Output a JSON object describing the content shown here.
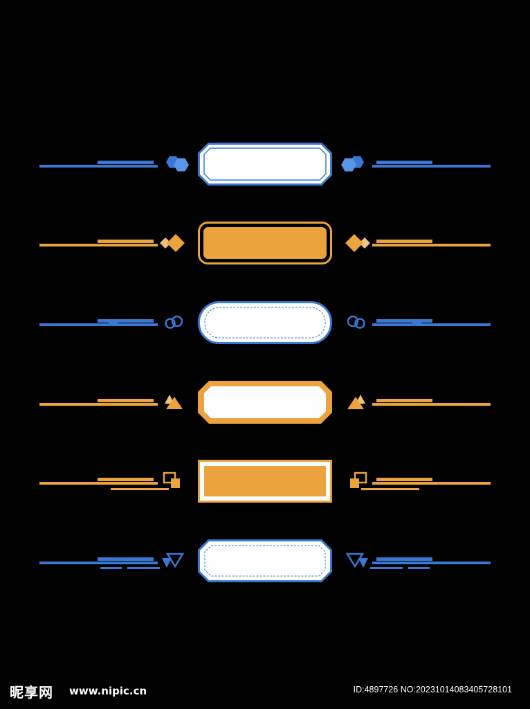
{
  "colors": {
    "blue": "#3a78d4",
    "orange": "#eba43d",
    "white": "#ffffff",
    "background": "#000000"
  },
  "rows": [
    {
      "shape": "chamfer-double",
      "color": "blue",
      "fill": "white",
      "ornament": "hexagon-pair"
    },
    {
      "shape": "rounded-double",
      "color": "orange",
      "fill": "orange",
      "ornament": "diamond-pair"
    },
    {
      "shape": "pill-dashed",
      "color": "blue",
      "fill": "white",
      "ornament": "ring-pair"
    },
    {
      "shape": "chamfer-thick",
      "color": "orange",
      "fill": "white",
      "ornament": "triangle-pair"
    },
    {
      "shape": "rect-double",
      "color": "orange",
      "fill": "orange",
      "ornament": "square-pair"
    },
    {
      "shape": "chamfer-dashed",
      "color": "blue",
      "fill": "white",
      "ornament": "inverted-triangle-pair"
    }
  ],
  "watermark": {
    "logo_text": "昵享网",
    "url": "www.nipic.cn",
    "id_text": "ID:4897726 NO:20231014083405728101"
  }
}
